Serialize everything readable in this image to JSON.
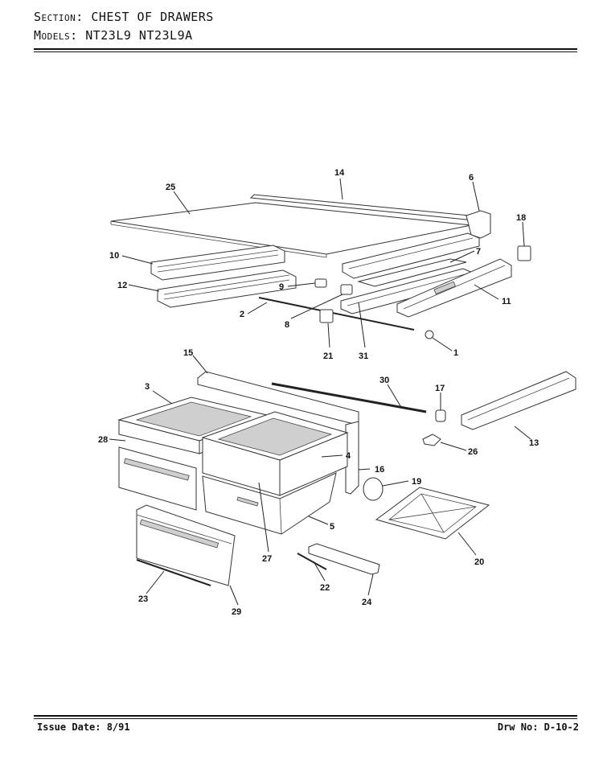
{
  "header": {
    "section_key": "Section:",
    "section_value": "CHEST OF DRAWERS",
    "models_key": "Models:",
    "models_value": "NT23L9  NT23L9A"
  },
  "footer": {
    "issue_date": "Issue Date: 8/91",
    "drawing_no": "Drw No: D-10-2"
  },
  "callouts": [
    "14",
    "6",
    "25",
    "18",
    "7",
    "10",
    "12",
    "9",
    "11",
    "2",
    "8",
    "21",
    "31",
    "1",
    "15",
    "30",
    "17",
    "3",
    "28",
    "13",
    "4",
    "26",
    "16",
    "19",
    "5",
    "20",
    "27",
    "22",
    "24",
    "23",
    "29"
  ]
}
